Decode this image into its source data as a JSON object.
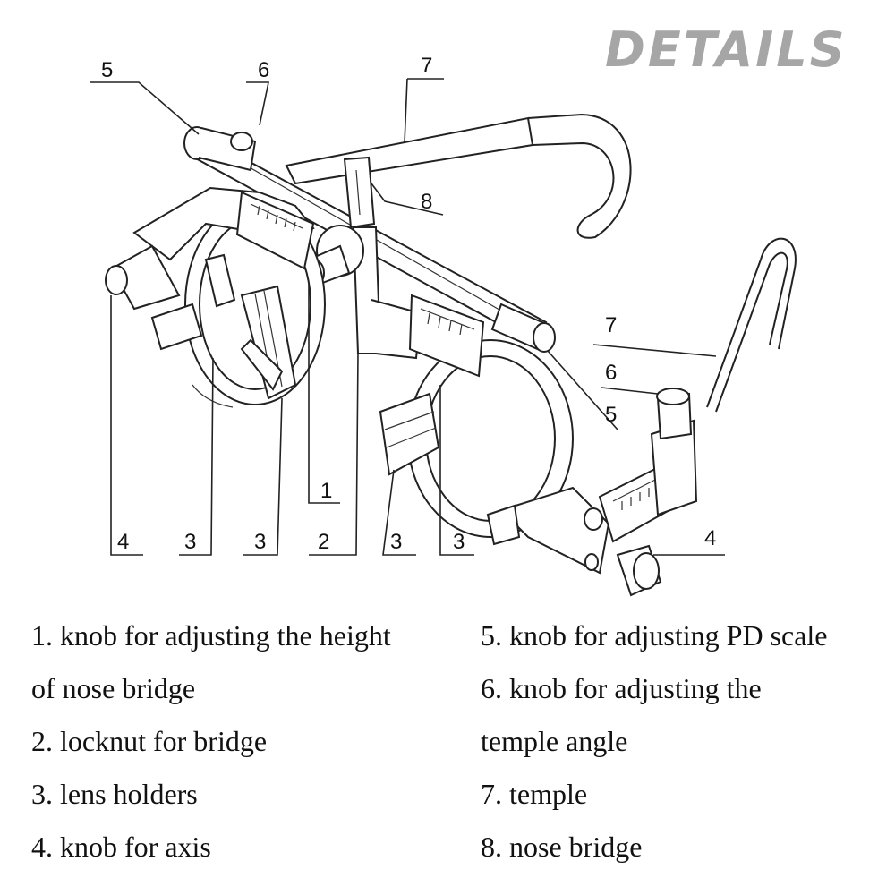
{
  "title": "DETAILS",
  "callouts": {
    "c1": "1",
    "c2": "2",
    "c3a": "3",
    "c3b": "3",
    "c3c": "3",
    "c3d": "3",
    "c4a": "4",
    "c4b": "4",
    "c5a": "5",
    "c5b": "5",
    "c6a": "6",
    "c6b": "6",
    "c7a": "7",
    "c7b": "7",
    "c8": "8"
  },
  "legend": {
    "left": [
      "1. knob for adjusting the height",
      "of nose bridge",
      "2. locknut for bridge",
      "3. lens holders",
      "4. knob for axis"
    ],
    "right": [
      "5. knob for adjusting PD scale",
      "6. knob for adjusting the",
      "temple angle",
      "7. temple",
      "8. nose bridge"
    ]
  }
}
